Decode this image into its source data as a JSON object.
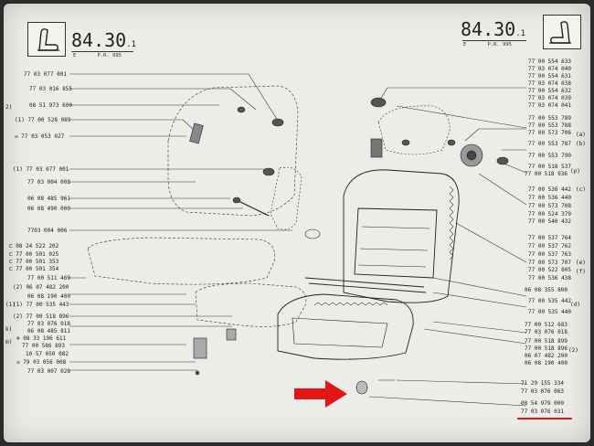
{
  "header": {
    "left_code": "84.30",
    "left_sub": "1",
    "right_code": "84.30",
    "right_sub": "1",
    "right_small_e": "E",
    "right_small_pr": "P.R. 995",
    "left_small_e": "E",
    "left_small_pr": "P.R. 995"
  },
  "left_labels": [
    "77 03 077 001",
    "77 03 016 855",
    "08 51 973 600",
    "(1) 77 00 528 089",
    "77 03 053 027",
    "(1) 77 03 077 001",
    "77 03 004 008",
    "06 08 485 961",
    "06 08 490 000",
    "7703 004 006",
    "08 24 522 202",
    "77 00 501 025",
    "77 00 501 353",
    "77 00 501 354",
    "77 00 511 469",
    "(2) 06 07 482 200",
    "06 08 190 400",
    "(1) 77 00 535 443",
    "(2) 77 00 518 896",
    "77 03 076 018",
    "06 08 485 811",
    "08 33 196 611",
    "77 00 586 893",
    "10 57 050 082",
    "79 03 056 008",
    "77 03 007 028"
  ],
  "left_markers": [
    {
      "text": "2)"
    },
    {
      "text": "(1)"
    },
    {
      "text": "k)"
    },
    {
      "text": "m)"
    }
  ],
  "right_labels_a": [
    "77 00 554 633",
    "77 03 074 040",
    "77 00 554 631",
    "77 03 074 038",
    "77 00 554 632",
    "77 03 074 039",
    "77 03 074 041"
  ],
  "right_labels_b": [
    "77 00 553 789",
    "77 00 553 788",
    "77 00 573 706",
    "77 00 553 787",
    "77 00 553 790"
  ],
  "right_labels_c": [
    "77 00 518 537",
    "77 00 518 936"
  ],
  "right_labels_d": [
    "77 00 536 442",
    "77 00 536 440",
    "77 00 573 708",
    "77 00 524 379",
    "77 00 540 432"
  ],
  "right_labels_e": [
    "77 00 537 764",
    "77 00 537 762",
    "77 00 537 763",
    "77 00 573 707",
    "77 00 522 805",
    "77 00 536 438"
  ],
  "right_labels_f": [
    "06 08 355 800",
    "77 00 535 442",
    "77 00 535 440"
  ],
  "right_labels_g": [
    "77 00 512 683",
    "77 03 076 018",
    "77 00 518 899",
    "77 00 518 896",
    "06 07 482 200",
    "06 08 190 400"
  ],
  "right_labels_h": [
    "71 29 155 334",
    "77 03 076 063"
  ],
  "right_labels_i": [
    "08 54 979 000",
    "77 03 076 031"
  ],
  "right_markers": [
    {
      "text": "(a)"
    },
    {
      "text": "(b)"
    },
    {
      "text": "(c)"
    },
    {
      "text": "(d)"
    },
    {
      "text": "(e)"
    },
    {
      "text": "(f)"
    },
    {
      "text": "(p)"
    },
    {
      "text": "(2)"
    }
  ],
  "colors": {
    "highlight": "#e31515",
    "paper": "#ecece8",
    "ink": "#1a1a1a"
  },
  "icons": {
    "left_header": "seat-icon",
    "right_header": "seat-icon",
    "pointer": "red-arrow-icon"
  }
}
